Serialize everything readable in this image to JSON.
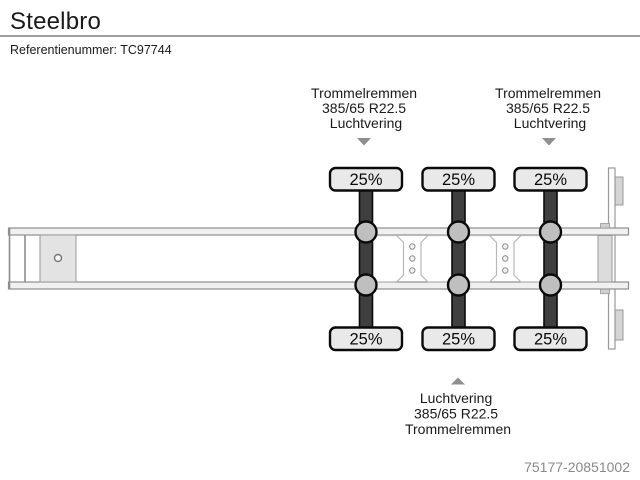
{
  "header": {
    "title": "Steelbro",
    "reference": "Referentienummer: TC97744"
  },
  "diagram": {
    "callouts": {
      "front": {
        "line1": "Trommelremmen",
        "line2": "385/65 R22.5",
        "line3": "Luchtvering"
      },
      "rear": {
        "line1": "Trommelremmen",
        "line2": "385/65 R22.5",
        "line3": "Luchtvering"
      },
      "bottom": {
        "line1": "Luchtvering",
        "line2": "385/65 R22.5",
        "line3": "Trommelremmen"
      }
    },
    "axle_loads": {
      "top": [
        "25%",
        "25%",
        "25%"
      ],
      "bottom": [
        "25%",
        "25%",
        "25%"
      ]
    }
  },
  "footer": {
    "listing_id": "75177-20851002"
  },
  "colors": {
    "axle_bar": "#3f3f3f",
    "wheel_fill": "#bfbfbf",
    "badge_fill": "#e9e9e9",
    "outline_gray": "#8e8e8e",
    "muted_text": "#8a8a8a"
  }
}
